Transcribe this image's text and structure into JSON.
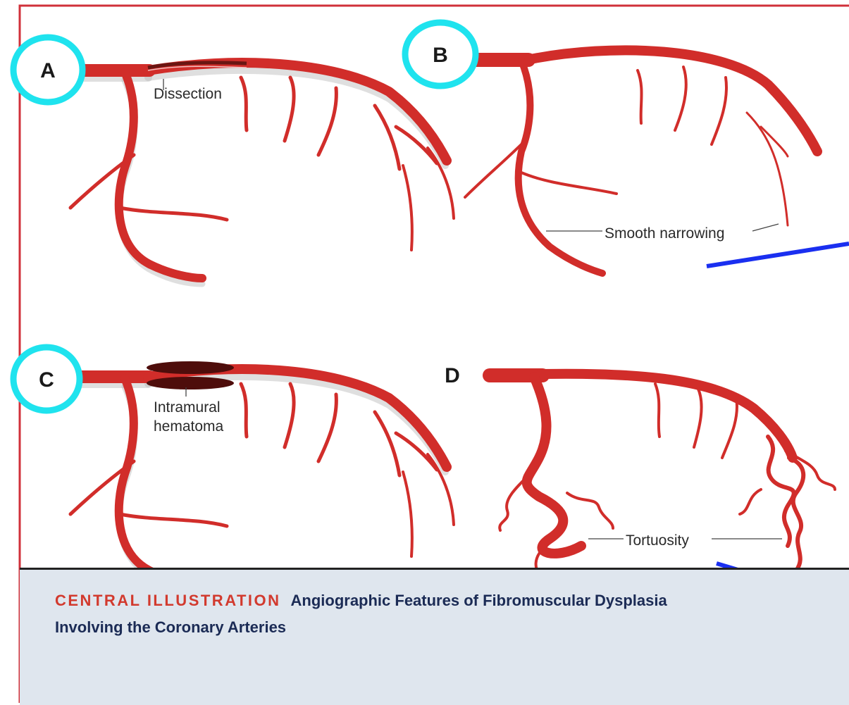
{
  "panels": {
    "a": {
      "letter": "A",
      "annotations": [
        "Dissection"
      ]
    },
    "b": {
      "letter": "B",
      "annotations": [
        "Smooth narrowing"
      ]
    },
    "c": {
      "letter": "C",
      "annotations": [
        "Intramural",
        "hematoma"
      ]
    },
    "d": {
      "letter": "D",
      "annotations": [
        "Tortuosity"
      ]
    }
  },
  "caption": {
    "kicker": "CENTRAL ILLUSTRATION",
    "title_line1": "Angiographic Features of Fibromuscular Dysplasia",
    "title_line2": "Involving the Coronary Arteries"
  },
  "colors": {
    "artery": "#d12d2a",
    "highlight_ring": "#1fe3ee",
    "pointer_line": "#1a2ff0",
    "frame_border": "#d0303a",
    "caption_kicker": "#d23a2e",
    "caption_text": "#1b2b55",
    "caption_band": "#dfe6ee"
  }
}
